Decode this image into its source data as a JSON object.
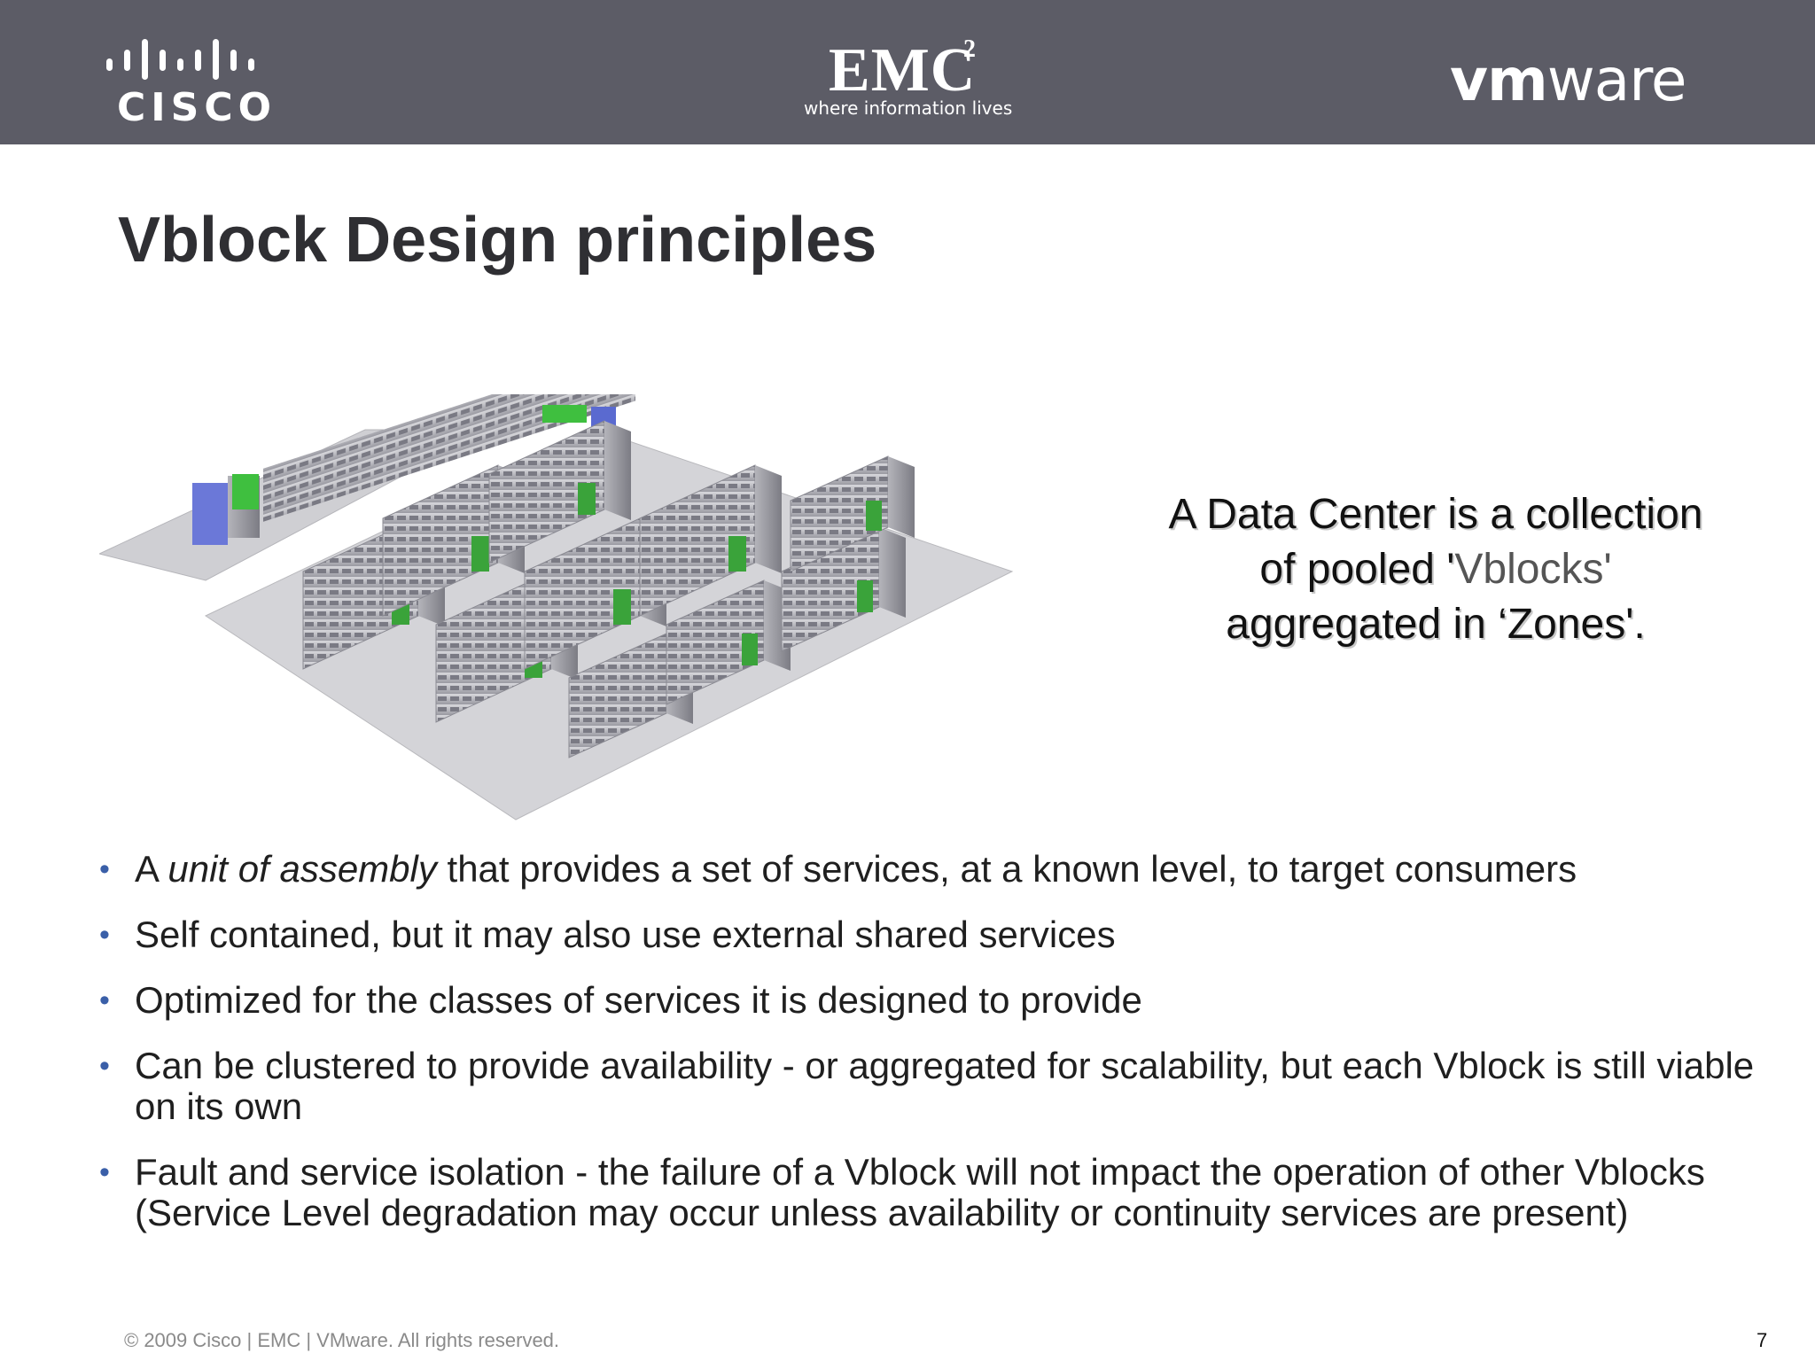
{
  "header": {
    "cisco_wordmark": "CISCO",
    "emc_wordmark": "EMC",
    "emc_superscript": "2",
    "emc_tagline": "where information lives",
    "vmware_prefix": "vm",
    "vmware_suffix": "ware",
    "background_color": "#5c5c66"
  },
  "slide": {
    "title": "Vblock Design principles",
    "callout": {
      "line1": "A Data Center is a collection",
      "line2_start": "of pooled ",
      "line2_quote": "'",
      "line2_word": "Vblocks'",
      "line3": "aggregated in ‘Zones'."
    },
    "bullets": [
      {
        "before": "A ",
        "italic": "unit of assembly",
        "after": " that provides a set of services, at a known level, to target consumers"
      },
      {
        "before": "Self contained, but it may also use external shared services",
        "italic": "",
        "after": ""
      },
      {
        "before": "Optimized for the classes of services it is designed to provide",
        "italic": "",
        "after": ""
      },
      {
        "before": "Can be clustered to provide availability  - or aggregated for scalability, but each Vblock is still viable on its own",
        "italic": "",
        "after": ""
      },
      {
        "before": "Fault and service isolation - the failure of a Vblock will not impact the operation of other Vblocks (Service Level degradation may occur unless availability or continuity services are present)",
        "italic": "",
        "after": ""
      }
    ],
    "bullet_color": "#3a5fa8"
  },
  "footer": {
    "copyright": "© 2009 Cisco | EMC | VMware. All rights reserved.",
    "page_number": "7"
  }
}
